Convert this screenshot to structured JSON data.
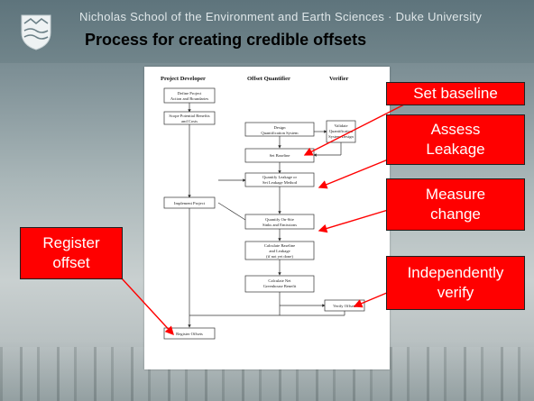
{
  "header": {
    "school_line": "Nicholas School of the Environment and Earth Sciences · Duke University"
  },
  "slide": {
    "title": "Process for creating credible offsets"
  },
  "flowchart": {
    "columns": [
      "Project Developer",
      "Offset Quantifier",
      "Verifier"
    ],
    "nodes": {
      "define": [
        "Define Project",
        "Action and Boundaries"
      ],
      "scope": [
        "Scope Potential Benefits",
        "and Costs"
      ],
      "design": [
        "Design",
        "Quantification System"
      ],
      "validate": [
        "Validate",
        "Quantification",
        "System Design"
      ],
      "baseline": [
        "Set Baseline"
      ],
      "leakage": [
        "Quantify Leakage or",
        "Set Leakage Method"
      ],
      "implement": [
        "Implement Project"
      ],
      "quantify": [
        "Quantify On-Site",
        "Sinks and Emissions"
      ],
      "calc_baseline": [
        "Calculate Baseline",
        "and Leakage",
        "(if not yet done)"
      ],
      "calc_net": [
        "Calculate Net",
        "Greenhouse Benefit"
      ],
      "verify": [
        "Verify Offsets"
      ],
      "register": [
        "Register Offsets"
      ]
    }
  },
  "callouts": {
    "set_baseline": [
      "Set baseline"
    ],
    "assess_leakage": [
      "Assess",
      "Leakage"
    ],
    "measure_change": [
      "Measure",
      "change"
    ],
    "register_offset": [
      "Register",
      "offset"
    ],
    "independently_verify": [
      "Independently",
      "verify"
    ]
  },
  "colors": {
    "callout_bg": "#ff0000",
    "arrow": "#ff0000",
    "title": "#000000"
  }
}
